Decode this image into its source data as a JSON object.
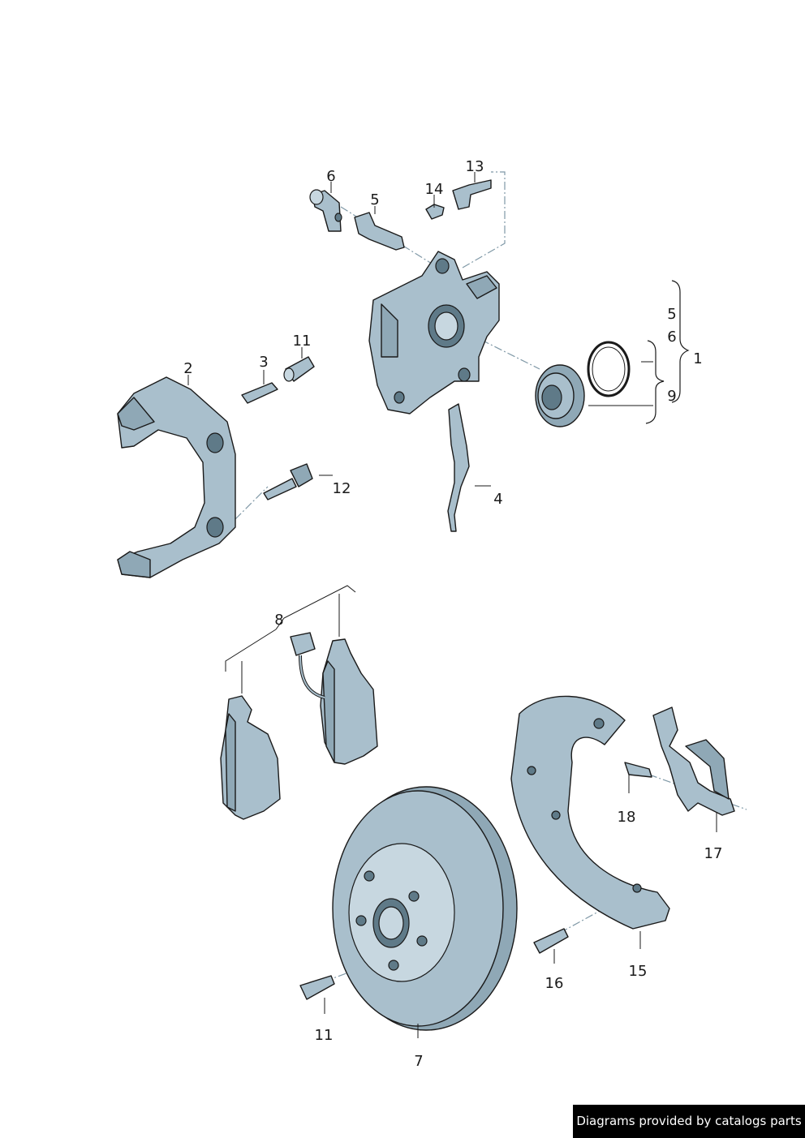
{
  "callouts": {
    "c6_top": "6",
    "c5_top": "5",
    "c14": "14",
    "c13": "13",
    "c11_pin": "11",
    "c3": "3",
    "c2": "2",
    "c12": "12",
    "c4": "4",
    "c5_group": "5",
    "c6_group": "6",
    "c9": "9",
    "c1": "1",
    "c8": "8",
    "c18": "18",
    "c17": "17",
    "c16": "16",
    "c15": "15",
    "c11_bolt": "11",
    "c7": "7"
  },
  "credit": "Diagrams provided by catalogs parts",
  "colors": {
    "part_fill": "#a9bfcc",
    "part_dark": "#8fa8b6",
    "outline": "#1a1a1a",
    "axis_line": "#7f98a6"
  }
}
